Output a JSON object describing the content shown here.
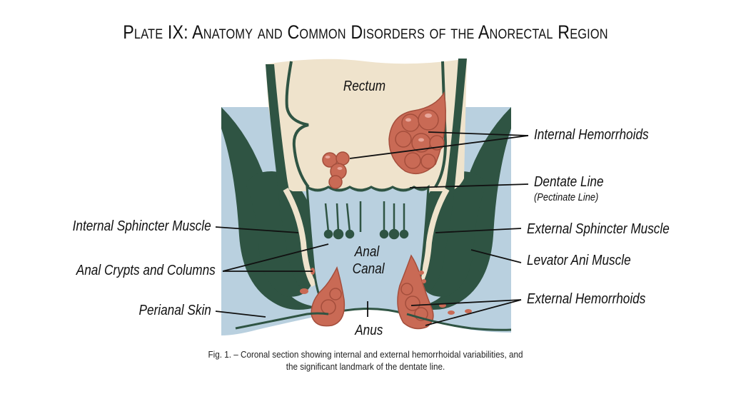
{
  "plate": {
    "title": "Plate IX: Anatomy and Common Disorders of the Anorectal Region",
    "caption_line1": "Fig. 1. – Coronal section showing internal and external hemorrhoidal variabilities, and",
    "caption_line2": "the significant landmark of the dentate line."
  },
  "labels": {
    "rectum": "Rectum",
    "anal_canal_1": "Anal",
    "anal_canal_2": "Canal",
    "anus": "Anus",
    "internal_hemorrhoids": "Internal Hemorrhoids",
    "dentate_line": "Dentate Line",
    "pectinate_line": "(Pectinate Line)",
    "external_sphincter": "External Sphincter Muscle",
    "levator_ani": "Levator Ani Muscle",
    "external_hemorrhoids": "External Hemorrhoids",
    "internal_sphincter": "Internal Sphincter Muscle",
    "anal_crypts": "Anal Crypts and Columns",
    "perianal_skin": "Perianal Skin"
  },
  "colors": {
    "muscle": "#2f5443",
    "mucosa": "#efe3cc",
    "canal": "#b9d0df",
    "hemorrhoid": "#c96a55",
    "hemorrhoid_dark": "#a44e3c",
    "highlight": "#e8a69a",
    "leader": "#111111"
  }
}
